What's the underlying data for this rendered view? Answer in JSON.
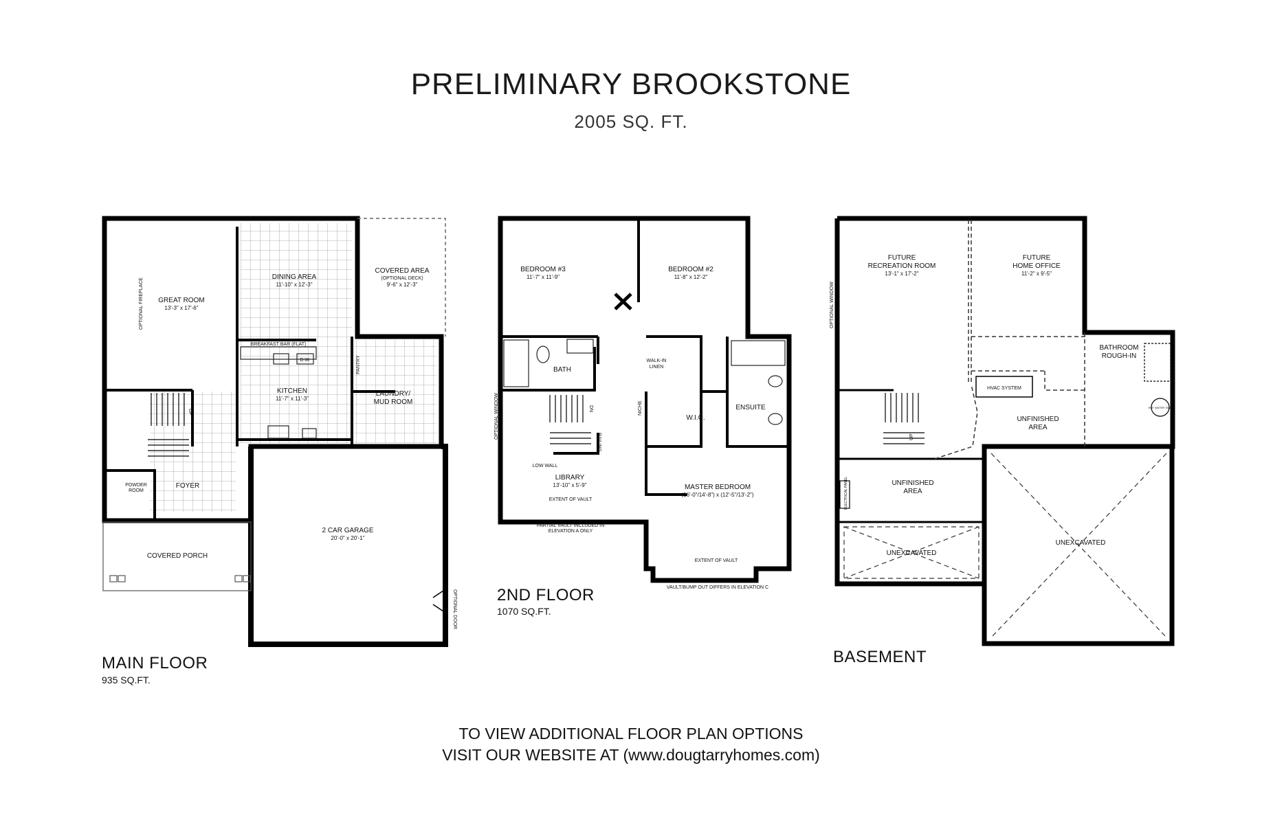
{
  "header": {
    "title": "PRELIMINARY BROOKSTONE",
    "total_area": "2005 SQ. FT."
  },
  "floors": {
    "main": {
      "name": "MAIN FLOOR",
      "area": "935 SQ.FT.",
      "rooms": {
        "great_room": "GREAT ROOM",
        "great_room_dim": "13'-3\" x 17'-6\"",
        "optional_fireplace": "OPTIONAL FIREPLACE",
        "dining": "DINING AREA",
        "dining_dim": "11'-10\" x 12'-3\"",
        "covered_area": "COVERED AREA",
        "covered_area_note": "(OPTIONAL DECK)",
        "covered_area_dim": "9'-6\" x 12'-3\"",
        "breakfast_bar": "BREAKFAST BAR (FLAT)",
        "dw": "D.W.",
        "kitchen": "KITCHEN",
        "kitchen_dim": "11'-7\" x 11'-3\"",
        "pantry": "PANTRY",
        "laundry": "LAUNDRY/",
        "mud_room": "MUD ROOM",
        "up": "UP",
        "powder": "POWDER",
        "powder_room": "ROOM",
        "foyer": "FOYER",
        "covered_porch": "COVERED PORCH",
        "garage": "2 CAR GARAGE",
        "garage_dim": "20'-0\" x 20'-1\"",
        "optional_door": "OPTIONAL DOOR"
      }
    },
    "second": {
      "name": "2ND FLOOR",
      "area": "1070 SQ.FT.",
      "rooms": {
        "bed3": "BEDROOM #3",
        "bed3_dim": "11'-7\" x 11'-9\"",
        "bed2": "BEDROOM #2",
        "bed2_dim": "11'-8\" x 12'-2\"",
        "bath": "BATH",
        "walkin": "WALK-IN",
        "linen": "LINEN",
        "ensuite": "ENSUITE",
        "wic": "W.I.C.",
        "niche": "NICHE",
        "dn": "DN",
        "railing": "RAILING",
        "low_wall": "LOW WALL",
        "optional_window": "OPTIONAL WINDOW",
        "library": "LIBRARY",
        "library_dim": "13'-10\" x 5'-9\"",
        "extent_vault": "EXTENT OF VAULT",
        "partial_vault": "PARTIAL VAULT INCLUDED IN",
        "partial_vault2": "ELEVATION A ONLY",
        "master": "MASTER BEDROOM",
        "master_dim": "(16'-0\"/14'-8\") x (12'-5\"/13'-2\")",
        "extent_vault2": "EXTENT OF VAULT",
        "vault_note": "VAULT/BUMP OUT DIFFERS IN ELEVATION C"
      }
    },
    "basement": {
      "name": "BASEMENT",
      "rooms": {
        "rec": "FUTURE",
        "rec2": "RECREATION ROOM",
        "rec_dim": "13'-1\" x 17'-2\"",
        "office": "FUTURE",
        "office2": "HOME OFFICE",
        "office_dim": "11'-2\" x 9'-5\"",
        "optional_window": "OPTIONAL WINDOW",
        "bath_rough": "BATHROOM",
        "bath_rough2": "ROUGH-IN",
        "hvac": "HVAC SYSTEM",
        "hot_water": "HOT WATER TANK",
        "unfinished": "UNFINISHED",
        "unfinished_area": "AREA",
        "up": "UP",
        "unfinished2": "UNFINISHED",
        "unfinished2_area": "AREA",
        "electrical": "ELECTRICAL PANEL",
        "unexcavated1": "UNEXCAVATED",
        "unexcavated2": "UNEXCAVATED"
      }
    }
  },
  "footer": {
    "line1": "TO VIEW ADDITIONAL FLOOR PLAN OPTIONS",
    "line2": "VISIT OUR WEBSITE AT (www.dougtarryhomes.com)"
  }
}
